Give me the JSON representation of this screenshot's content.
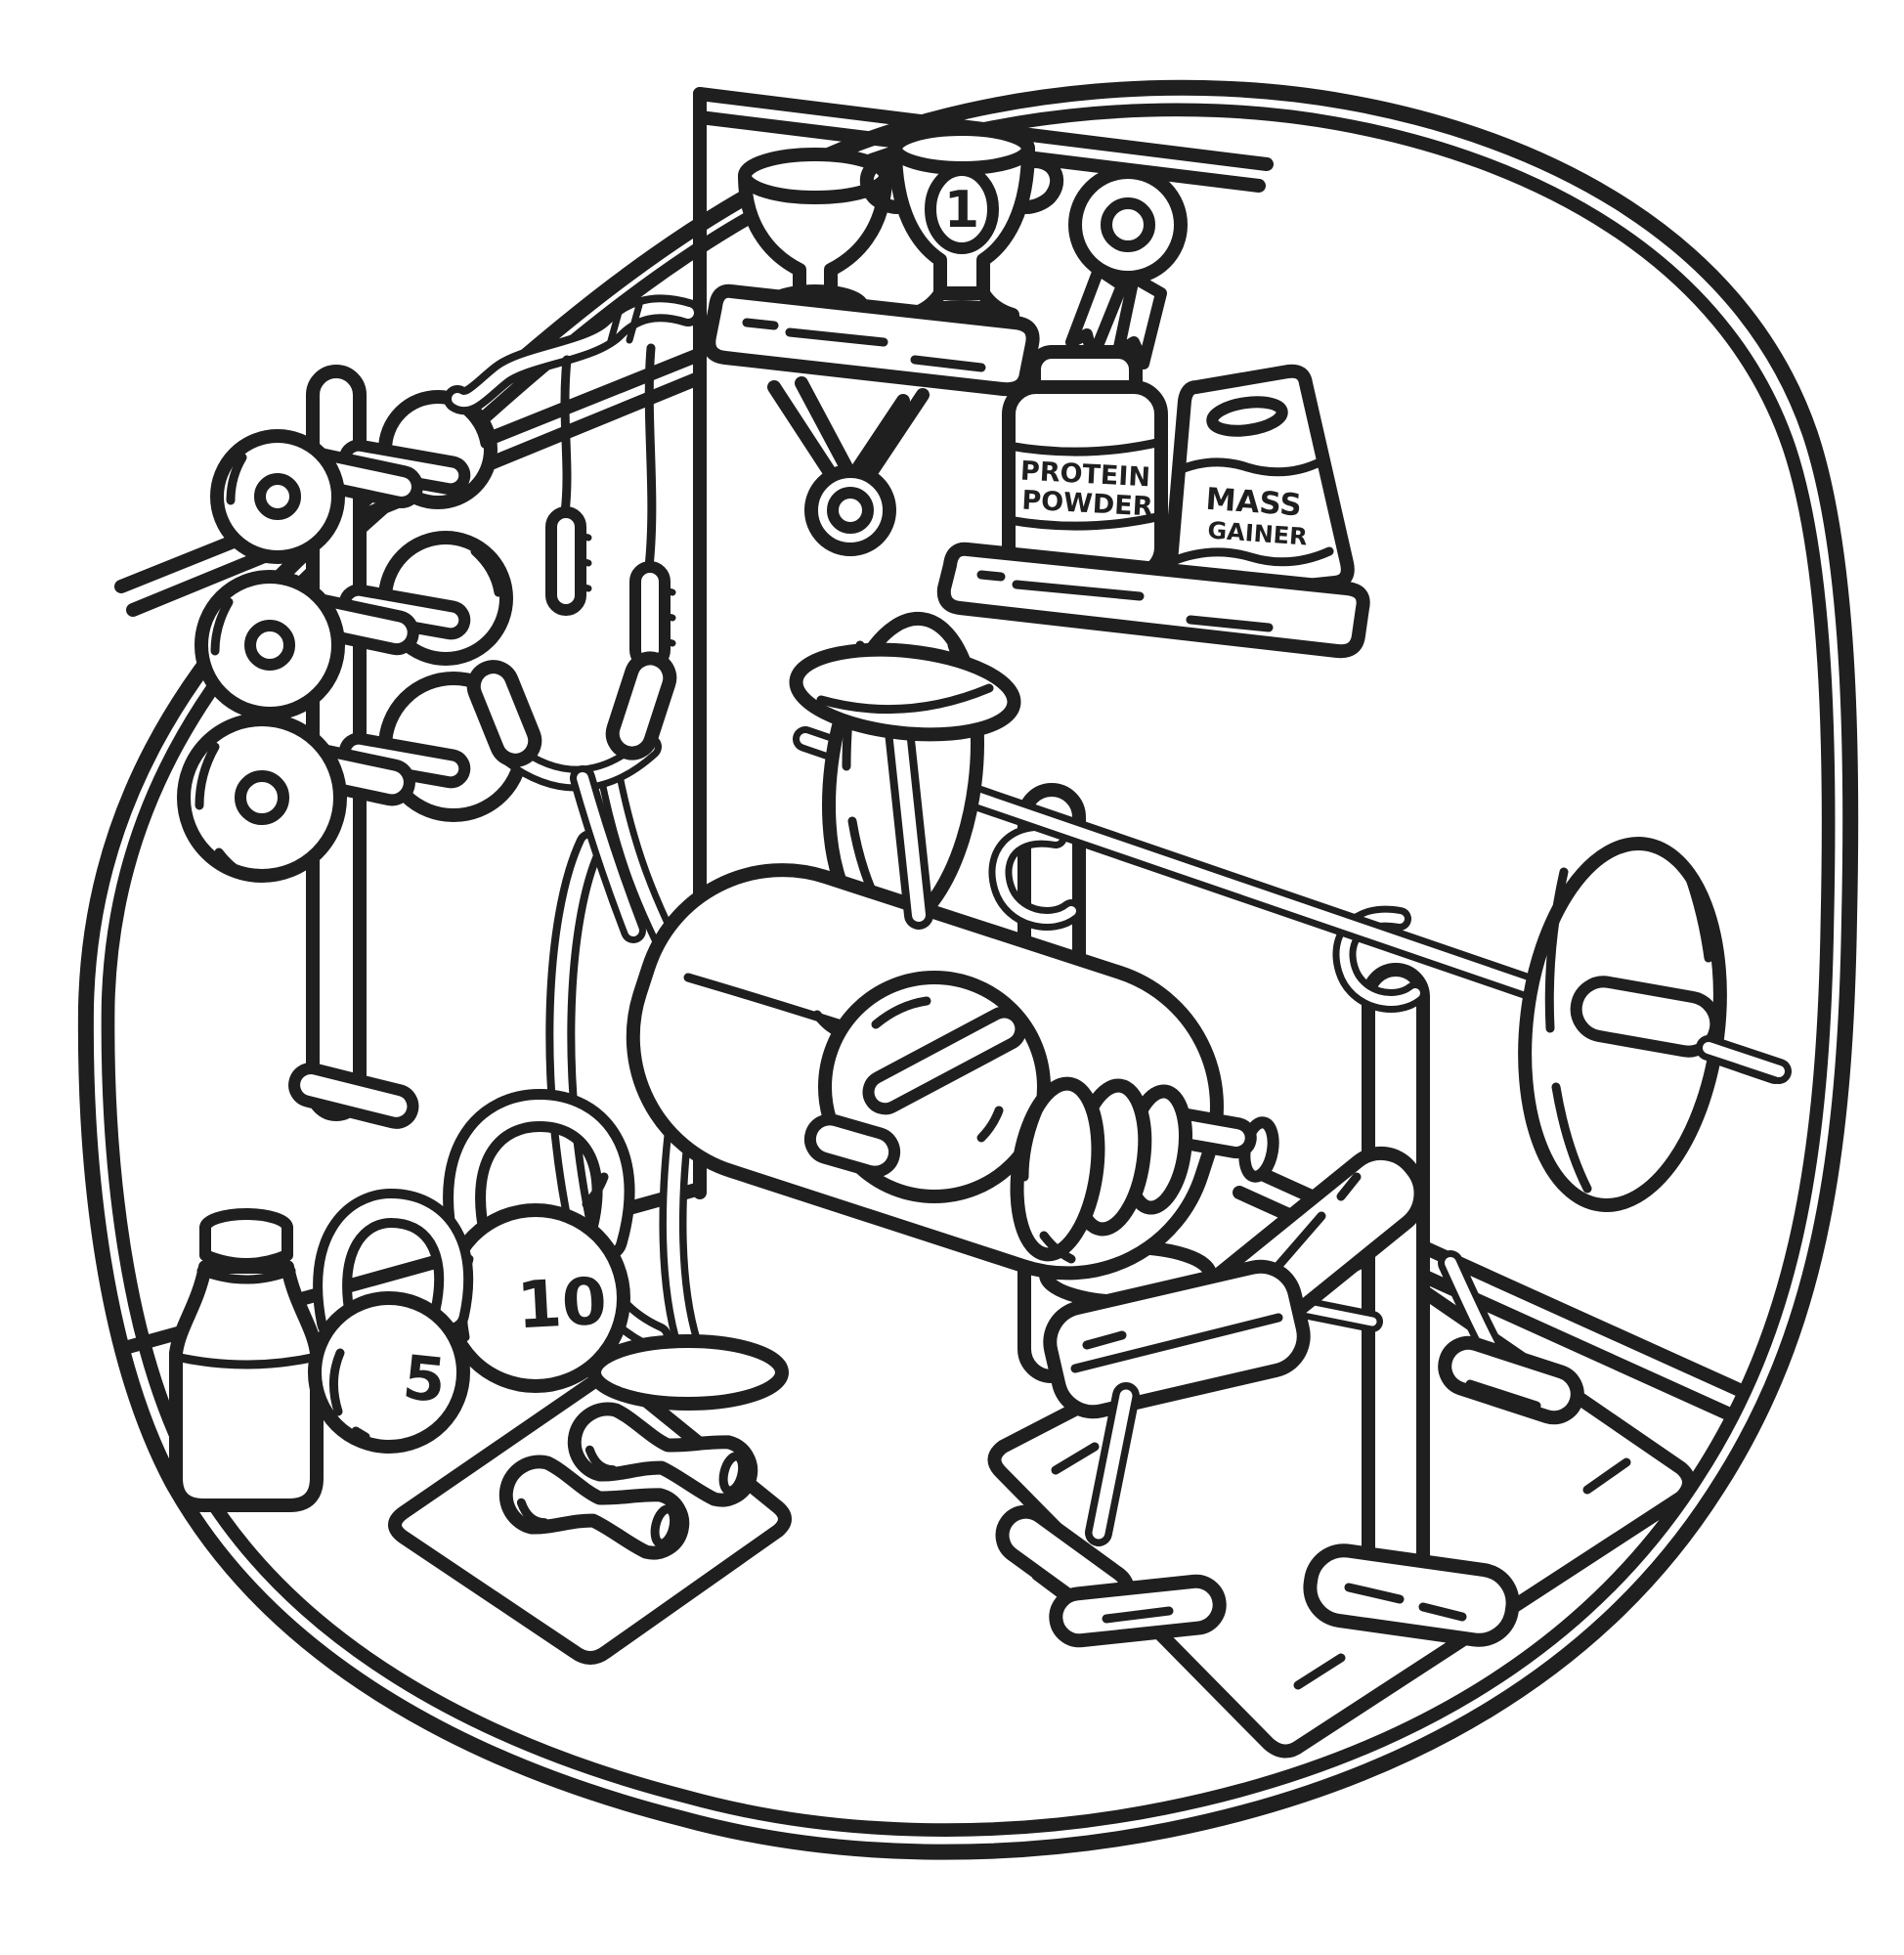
{
  "scene": {
    "kind": "black-and-white line-art coloring illustration",
    "subject": "isometric cutaway home gym room"
  },
  "colors": {
    "line": "#1f1f1f",
    "background": "#ffffff"
  },
  "labels": {
    "trophy_number": "1",
    "protein_jar": {
      "line1": "PROTEIN",
      "line2": "POWDER"
    },
    "mass_gainer": {
      "line1": "MASS",
      "line2": "GAINER"
    },
    "kettlebell_small": "5",
    "kettlebell_large": "10"
  }
}
